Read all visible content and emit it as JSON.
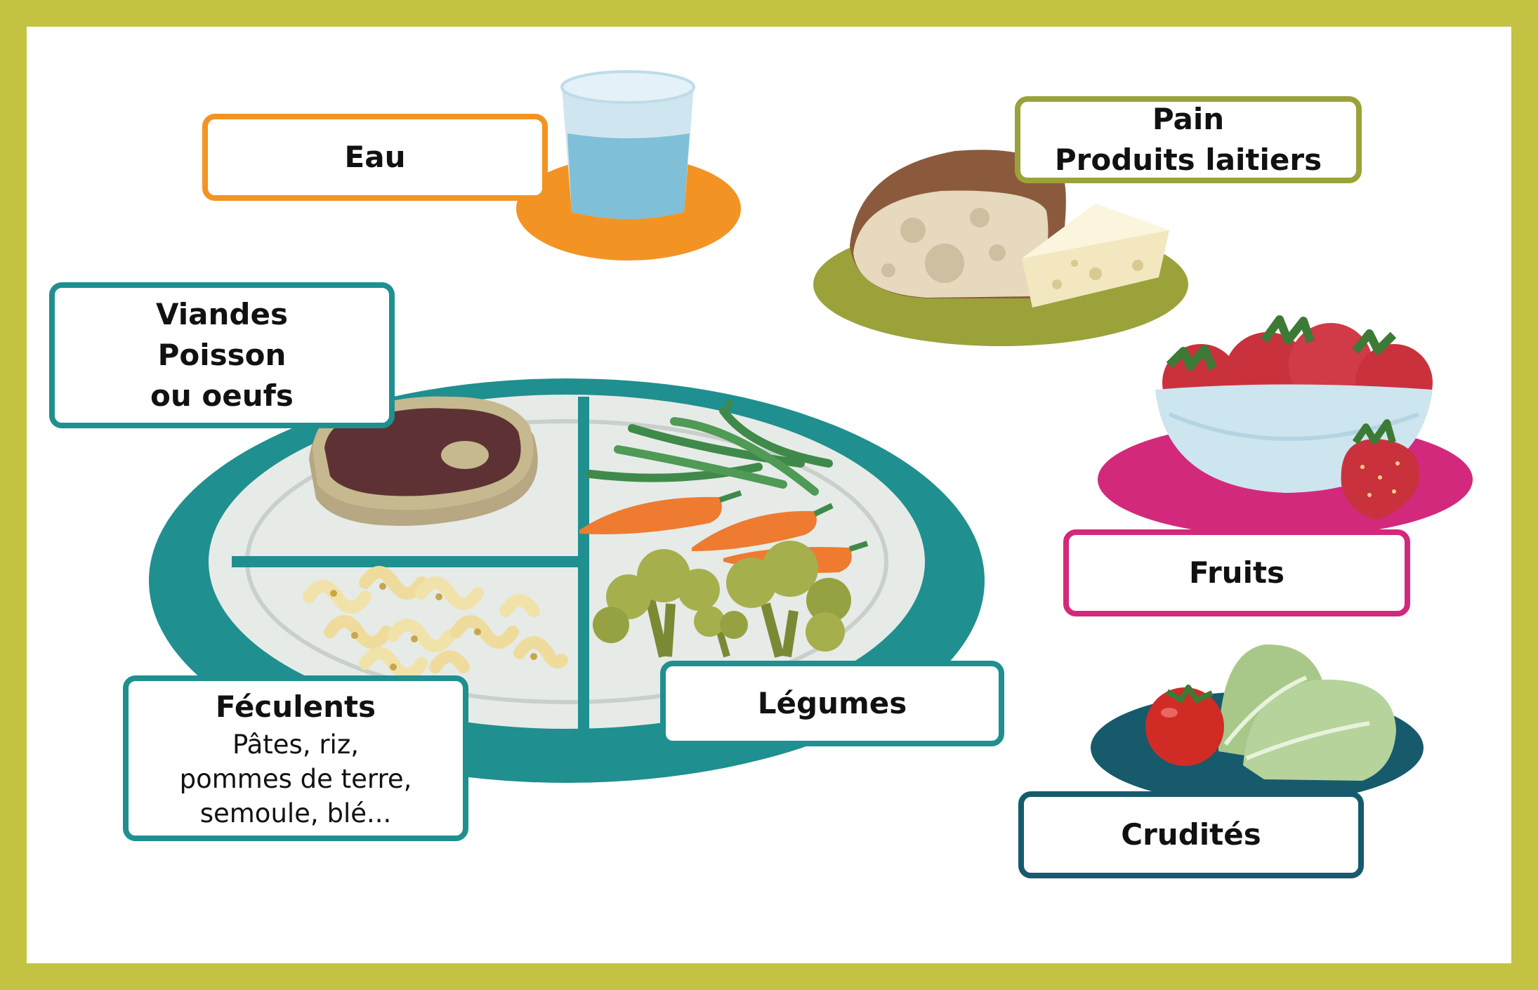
{
  "labels": {
    "eau": "Eau",
    "pain": [
      "Pain",
      "Produits laitiers"
    ],
    "viandes": [
      "Viandes",
      "Poisson",
      "ou oeufs"
    ],
    "fruits": "Fruits",
    "feculents_title": "Féculents",
    "feculents_examples": [
      "Pâtes, riz,",
      "pommes de terre,",
      "semoule, blé..."
    ],
    "legumes": "Légumes",
    "crudites": "Crudités"
  },
  "icons": [
    "glass-of-water-icon",
    "bread-icon",
    "cheese-icon",
    "steak-icon",
    "pasta-icon",
    "green-beans-icon",
    "carrot-icon",
    "broccoli-icon",
    "strawberry-bowl-icon",
    "strawberry-icon",
    "tomato-icon",
    "lettuce-icon",
    "plate-icon"
  ],
  "colors": {
    "frame": "#c3c243",
    "eau": "#f39324",
    "pain": "#9ba23a",
    "plate": "#208f8f",
    "fruits": "#d3297c",
    "crudites": "#165a6c"
  }
}
